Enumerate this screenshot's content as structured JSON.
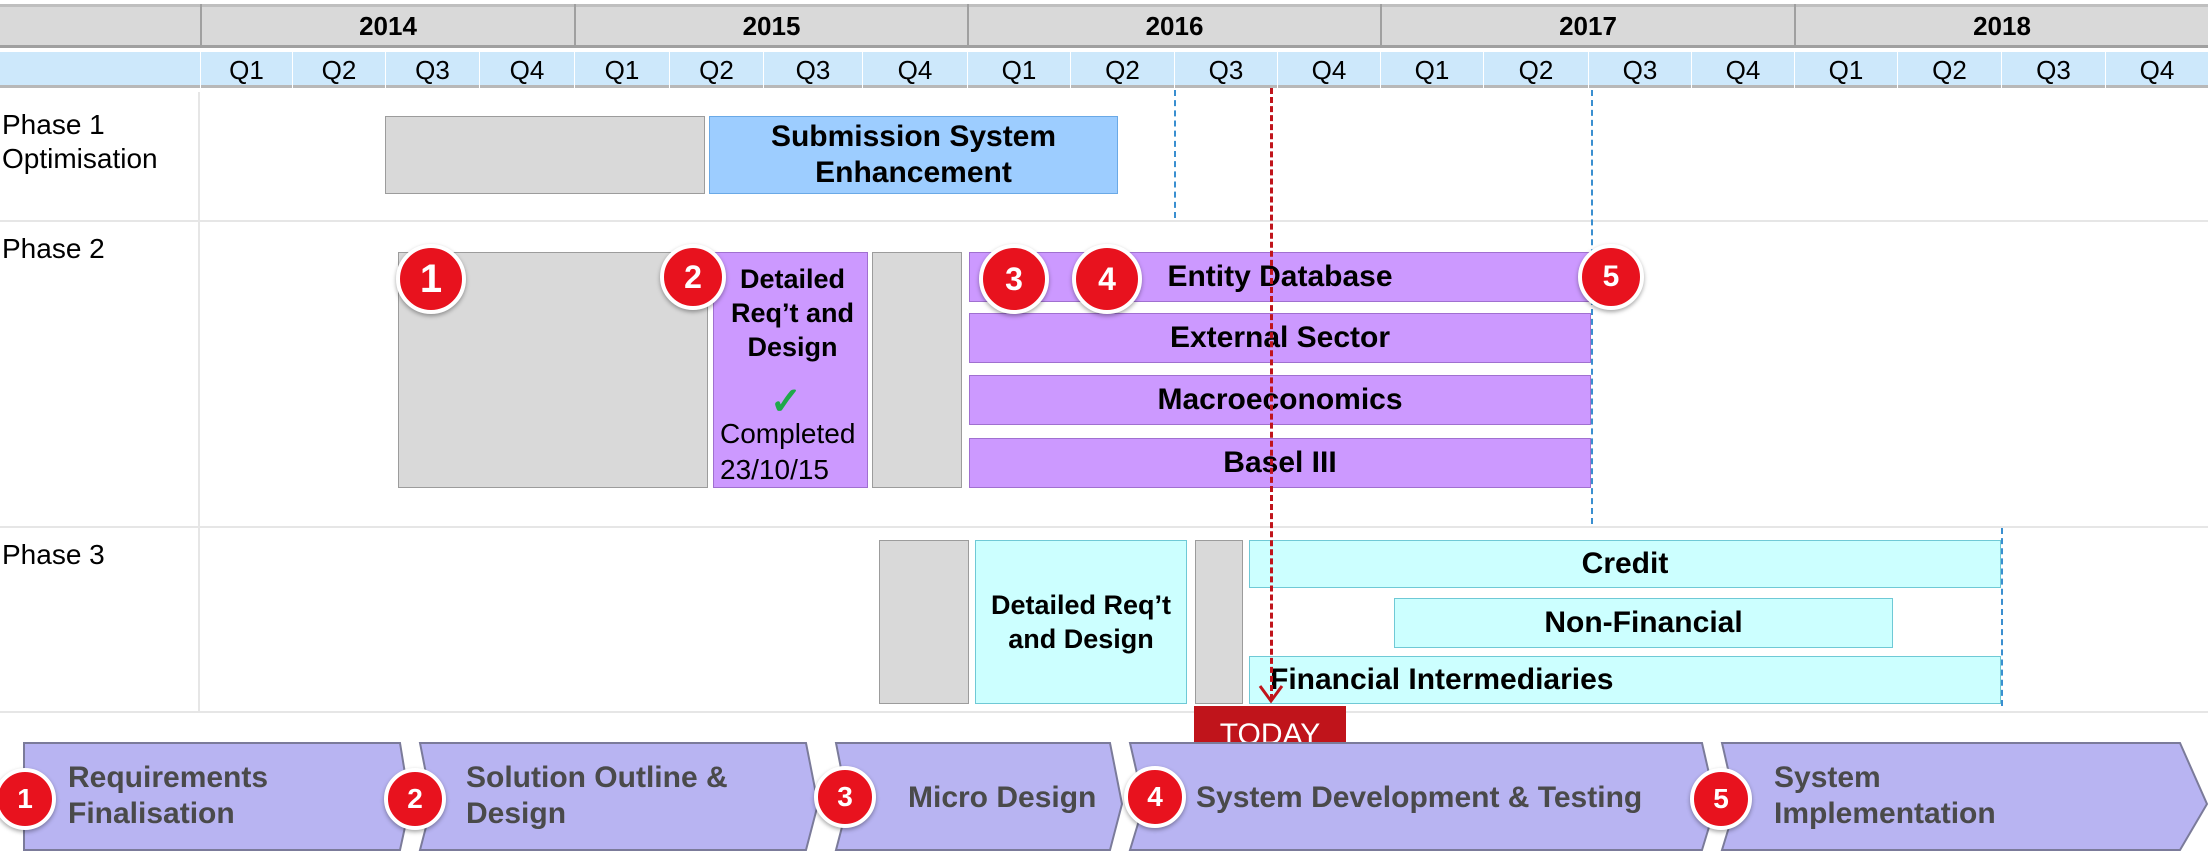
{
  "years": [
    "2014",
    "2015",
    "2016",
    "2017",
    "2018"
  ],
  "quarters": [
    "Q1",
    "Q2",
    "Q3",
    "Q4",
    "Q1",
    "Q2",
    "Q3",
    "Q4",
    "Q1",
    "Q2",
    "Q3",
    "Q4",
    "Q1",
    "Q2",
    "Q3",
    "Q4",
    "Q1",
    "Q2",
    "Q3",
    "Q4"
  ],
  "phases": [
    {
      "label": "Phase 1\nOptimisation"
    },
    {
      "label": "Phase 2"
    },
    {
      "label": "Phase 3"
    }
  ],
  "bars": {
    "submission": "Submission System Enhancement",
    "detailed_req_2": "Detailed Req’t and Design",
    "completed_label": "Completed",
    "completed_date": "23/10/15",
    "entity_db": "Entity Database",
    "external_sector": "External Sector",
    "macroeconomics": "Macroeconomics",
    "basel": "Basel III",
    "detailed_req_3": "Detailed Req’t and Design",
    "credit": "Credit",
    "non_financial": "Non-Financial",
    "financial_intermediaries": "Financial Intermediaries"
  },
  "today_label": "TODAY",
  "markers": [
    "1",
    "2",
    "3",
    "4",
    "5"
  ],
  "steps": [
    {
      "number": "1",
      "label": "Requirements\nFinalisation"
    },
    {
      "number": "2",
      "label": "Solution Outline &\nDesign"
    },
    {
      "number": "3",
      "label": "Micro Design"
    },
    {
      "number": "4",
      "label": "System Development & Testing"
    },
    {
      "number": "5",
      "label": "System\nImplementation"
    }
  ],
  "colors": {
    "gray": "#d9d9d9",
    "blue": "#9dcdff",
    "purple": "#cc99ff",
    "cyan": "#ccffff",
    "marker": "#e8121e",
    "today": "#c0141b",
    "chevron": "#b8b4f2",
    "check": "#1fa84a"
  }
}
